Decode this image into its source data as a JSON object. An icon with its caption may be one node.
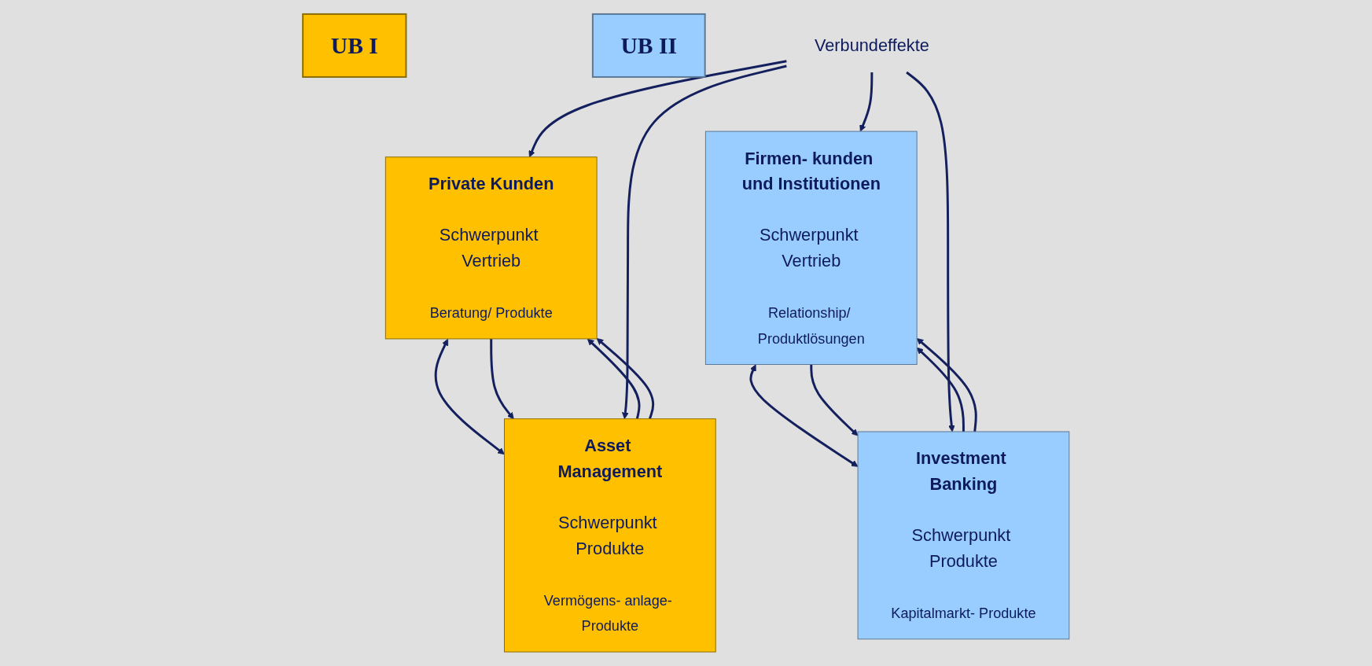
{
  "diagram": {
    "nodes": [
      {
        "text": [
          "UB I"
        ]
      },
      {
        "text": [
          "UB II"
        ]
      },
      {
        "text": [
          "Private Kunden",
          "Schwerpunkt Vertrieb",
          "Beratung/ Produkte"
        ]
      },
      {
        "text": [
          "Asset Management",
          "Schwerpunkt Produkte",
          "Vermögens- anlage- Produkte"
        ]
      },
      {
        "text": [
          "Firmen- kunden und Institutionen",
          "Schwerpunkt Vertrieb",
          "Relationship/ Produktlösungen"
        ]
      },
      {
        "text": [
          "Investment Banking",
          "Schwerpunkt Produkte",
          "Kapitalmarkt- Produkte"
        ]
      },
      {
        "text": [
          "Verbundeffekte"
        ]
      }
    ],
    "edges": [
      {
        "from": 2,
        "to": 3,
        "arrow": "both"
      },
      {
        "from": 3,
        "to": 2,
        "arrow": "to"
      },
      {
        "from": 2,
        "to": 3,
        "arrow": "to"
      },
      {
        "from": 3,
        "to": 2,
        "arrow": "to"
      },
      {
        "from": 4,
        "to": 5,
        "arrow": "both"
      },
      {
        "from": 5,
        "to": 4,
        "arrow": "to"
      },
      {
        "from": 4,
        "to": 5,
        "arrow": "to"
      },
      {
        "from": 5,
        "to": 4,
        "arrow": "to"
      },
      {
        "from": 6,
        "to": 2,
        "arrow": "to"
      },
      {
        "from": 6,
        "to": 3,
        "arrow": "to"
      },
      {
        "from": 6,
        "to": 4,
        "arrow": "to"
      },
      {
        "from": 6,
        "to": 5,
        "arrow": "to"
      }
    ]
  }
}
